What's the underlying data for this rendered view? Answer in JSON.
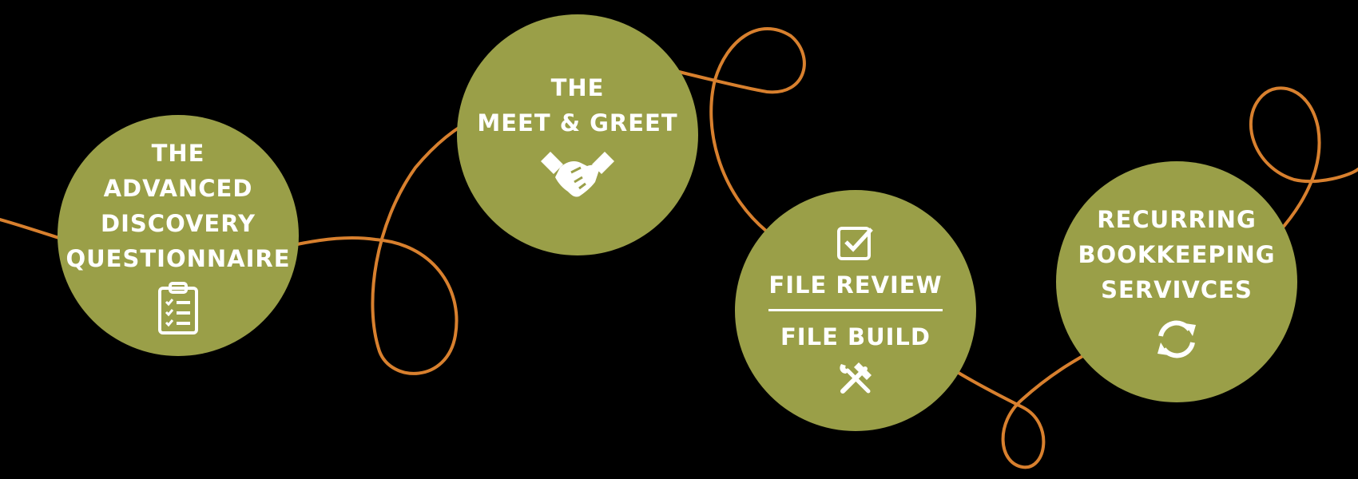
{
  "colors": {
    "background": "#000000",
    "circle_fill": "#9a9f48",
    "connector": "#d8802e",
    "text": "#ffffff"
  },
  "steps": [
    {
      "lines": [
        "THE",
        "ADVANCED",
        "DISCOVERY",
        "QUESTIONNAIRE"
      ],
      "icon": "clipboard-checklist-icon"
    },
    {
      "lines": [
        "THE",
        "MEET & GREET"
      ],
      "icon": "handshake-icon"
    },
    {
      "top_line": "FILE REVIEW",
      "bottom_line": "FILE BUILD",
      "icon_top": "checkbox-icon",
      "icon_bottom": "hammer-wrench-icon"
    },
    {
      "lines": [
        "RECURRING",
        "BOOKKEEPING",
        "SERVIVCES"
      ],
      "icon": "refresh-icon"
    }
  ]
}
